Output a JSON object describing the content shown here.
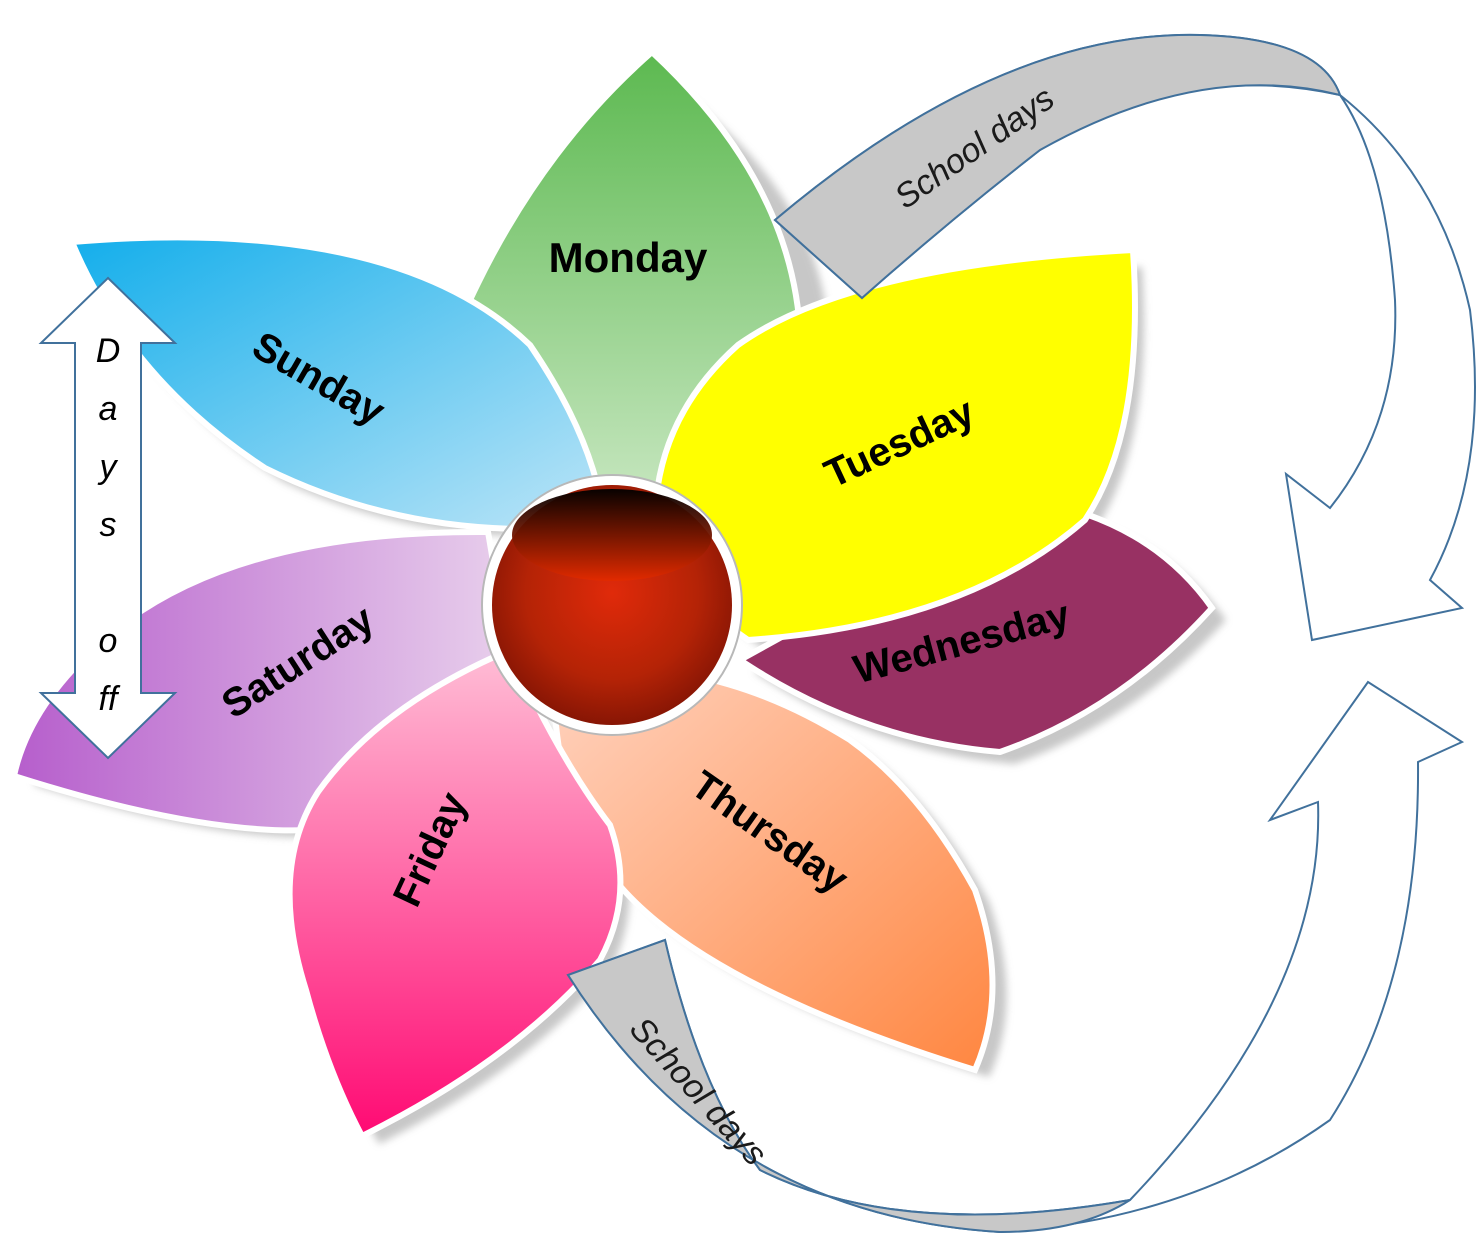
{
  "days": {
    "monday": "Monday",
    "tuesday": "Tuesday",
    "wednesday": "Wednesday",
    "thursday": "Thursday",
    "friday": "Friday",
    "saturday": "Saturday",
    "sunday": "Sunday"
  },
  "school_days_top": "School days",
  "school_days_bottom": "School days",
  "days_off": {
    "letters": [
      "D",
      "a",
      "y",
      "s",
      "o",
      "ff"
    ]
  },
  "colors": {
    "monday": "#5CB950",
    "tuesday": "#FFFF00",
    "wednesday": "#983163",
    "thursday": "#FF8A4A",
    "friday": "#FF1078",
    "saturday": "#B65ECC",
    "sunday": "#13AEEB",
    "center": "#C42A08",
    "curve_arrow": "#C8C8C8",
    "outline": "#41719C"
  }
}
